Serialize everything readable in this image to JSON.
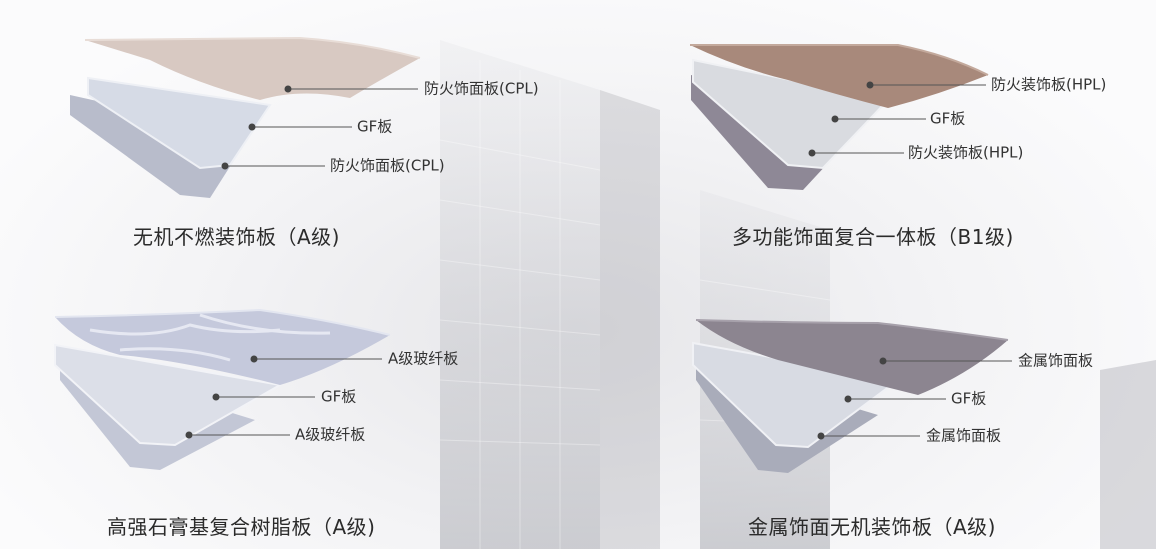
{
  "panels": [
    {
      "caption": "无机不燃装饰板（A级)",
      "layers": [
        "防火饰面板(CPL)",
        "GF板",
        "防火饰面板(CPL)"
      ],
      "colors": {
        "top": "#d8c9c2",
        "mid": "#d6dbe6",
        "bot": "#b8bccb"
      }
    },
    {
      "caption": "多功能饰面复合一体板（B1级)",
      "layers": [
        "防火装饰板(HPL)",
        "GF板",
        "防火装饰板(HPL)"
      ],
      "colors": {
        "top": "#a8897b",
        "mid": "#d9dbe0",
        "bot": "#8e8896"
      }
    },
    {
      "caption": "高强石膏基复合树脂板（A级)",
      "layers": [
        "A级玻纤板",
        "GF板",
        "A级玻纤板"
      ],
      "colors": {
        "top": "#c5c9dc",
        "mid": "#dcdfe8",
        "bot": "#c3c7d6"
      }
    },
    {
      "caption": "金属饰面无机装饰板（A级)",
      "layers": [
        "金属饰面板",
        "GF板",
        "金属饰面板"
      ],
      "colors": {
        "top": "#8c8590",
        "mid": "#d8dbe3",
        "bot": "#a9acba"
      }
    }
  ]
}
